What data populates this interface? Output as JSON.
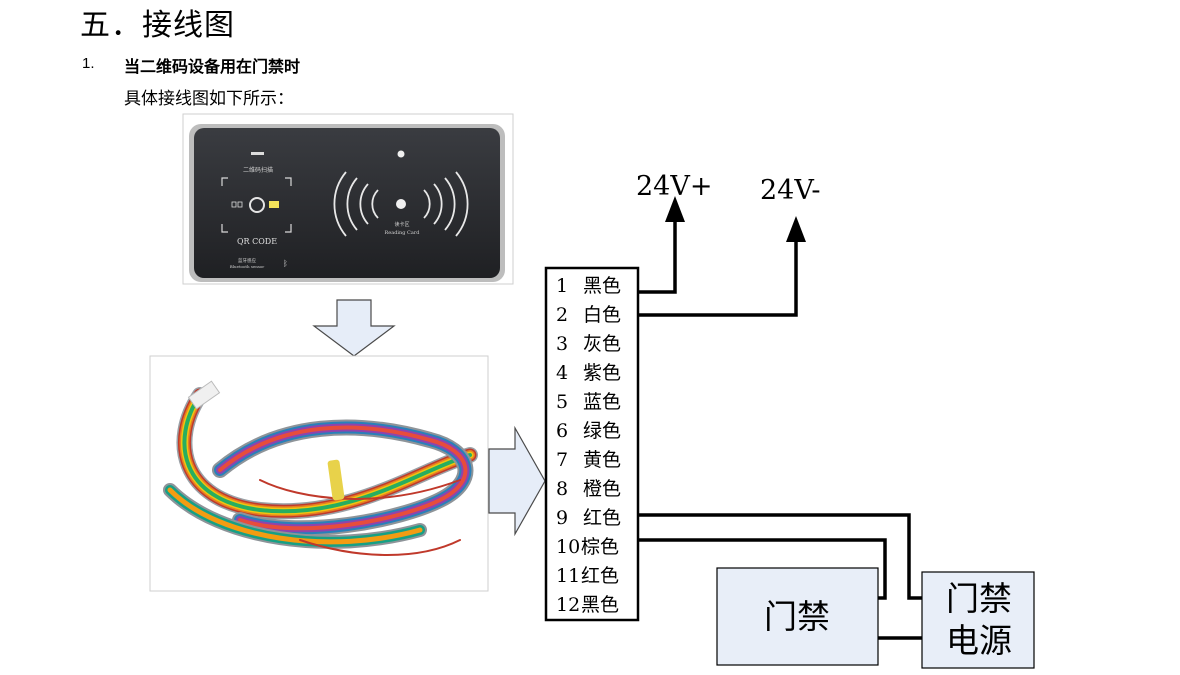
{
  "section_title": "五．接线图",
  "item": {
    "number": "1.",
    "title": "当二维码设备用在门禁时"
  },
  "description": "具体接线图如下所示：",
  "device_image": {
    "labels": [
      "二维码扫描",
      "QR CODE",
      "读卡区",
      "Reading Card",
      "蓝牙感应",
      "Bluetooth sensor"
    ]
  },
  "connector": {
    "pins": [
      {
        "num": "1",
        "color": "黑色"
      },
      {
        "num": "2",
        "color": "白色"
      },
      {
        "num": "3",
        "color": "灰色"
      },
      {
        "num": "4",
        "color": "紫色"
      },
      {
        "num": "5",
        "color": "蓝色"
      },
      {
        "num": "6",
        "color": "绿色"
      },
      {
        "num": "7",
        "color": "黄色"
      },
      {
        "num": "8",
        "color": "橙色"
      },
      {
        "num": "9",
        "color": "红色"
      },
      {
        "num": "10",
        "color": "棕色"
      },
      {
        "num": "11",
        "color": "红色"
      },
      {
        "num": "12",
        "color": "黑色"
      }
    ]
  },
  "power_labels": {
    "positive": "24V+",
    "negative": "24V-"
  },
  "boxes": {
    "door_access": "门禁",
    "door_power_line1": "门禁",
    "door_power_line2": "电源"
  },
  "colors": {
    "arrow_fill": "#e6edf8",
    "arrow_stroke": "#4a4a4a",
    "box_fill": "#e8eef8",
    "device_panel": "#2b2d31",
    "rainbow": [
      "#c0392b",
      "#e67e22",
      "#f1c40f",
      "#27ae60",
      "#2980b9",
      "#8e44ad",
      "#7f8c8d"
    ]
  }
}
